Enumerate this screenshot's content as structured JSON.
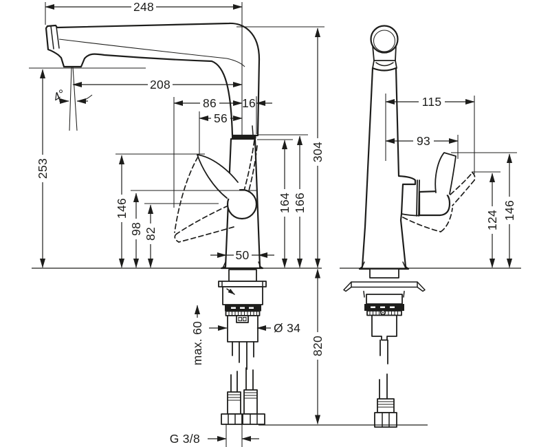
{
  "drawing": {
    "background": "#ffffff",
    "line_color": "#1d1d1b",
    "side_view": {
      "label": "faucet side view",
      "dims": {
        "reach_total": "248",
        "reach_outlet": "208",
        "handle_86": "86",
        "handle_56": "56",
        "offset_16": "16",
        "spray_angle": "4°",
        "height_outlet": "253",
        "height_handle": "146",
        "height_98": "98",
        "height_82": "82",
        "base_width": "50",
        "height_164": "164",
        "height_166": "166",
        "height_total": "304",
        "hose_below": "820",
        "counter_thickness": "max. 60",
        "shank_dia": "Ø 34",
        "thread": "G 3/8"
      }
    },
    "front_view": {
      "label": "faucet front view",
      "dims": {
        "handle_115": "115",
        "handle_93": "93",
        "height_124": "124",
        "height_146": "146"
      }
    }
  }
}
